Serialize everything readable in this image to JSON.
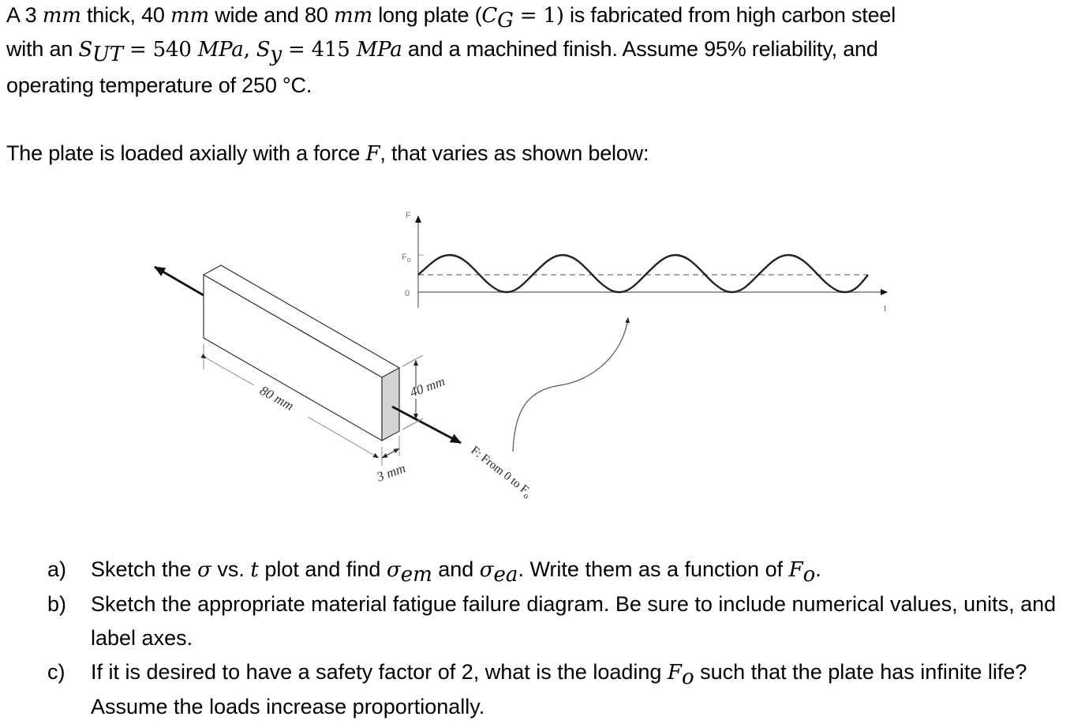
{
  "problem": {
    "line1": {
      "p1": "A 3 ",
      "u1": "mm",
      "p2": " thick, 40 ",
      "u2": "mm",
      "p3": " wide and 80 ",
      "u3": "mm",
      "p4": " long plate (",
      "cg": "C",
      "cg_sub": "G",
      "cg_eq": " = 1)",
      "p5": " is fabricated from high carbon steel"
    },
    "line2": {
      "p1": "with an ",
      "sut": "S",
      "sut_sub": "UT",
      "sut_val": " = 540 ",
      "mpa1": "MPa",
      "comma": ", ",
      "sy": "S",
      "sy_sub": "y",
      "sy_val": " = 415 ",
      "mpa2": "MPa",
      "p2": "  and a machined finish. Assume 95% reliability, and"
    },
    "line3": "operating temperature of 250 °C.",
    "line4": {
      "p1": "The plate is loaded axially with a force ",
      "f": "F",
      "p2": ", that varies as shown below:"
    }
  },
  "figure": {
    "graph": {
      "y_axis_label": "F",
      "x_axis_label": "t",
      "tick_top": "F",
      "tick_top_sub": "o",
      "tick_zero": "0",
      "curve": "sinusoid between 0 and Fo, mean Fo/2 (dashed)",
      "cycles": 4
    },
    "plate": {
      "length_label": "80 mm",
      "width_label": "40 mm",
      "thickness_label": "3 mm"
    },
    "force_label": {
      "main": "F: From 0 to F",
      "sub": "o"
    }
  },
  "questions": [
    {
      "label": "a)",
      "p1": "Sketch the ",
      "sigma": "σ",
      "p2": " vs. ",
      "t": "t",
      "p3": " plot and find ",
      "s1": "σ",
      "s1_sub": "em",
      "p4": " and ",
      "s2": "σ",
      "s2_sub": "ea",
      "p5": ".  Write them as a function of ",
      "fo": "F",
      "fo_sub": "o",
      "p6": "."
    },
    {
      "label": "b)",
      "text": "Sketch the appropriate material fatigue failure diagram. Be sure to include numerical values, units, and label axes."
    },
    {
      "label": "c)",
      "p1": "If it is desired to have a safety factor of 2, what is the loading ",
      "fo": "F",
      "fo_sub": "o",
      "p2": " such that the plate has infinite life?  Assume the loads increase proportionally."
    }
  ]
}
